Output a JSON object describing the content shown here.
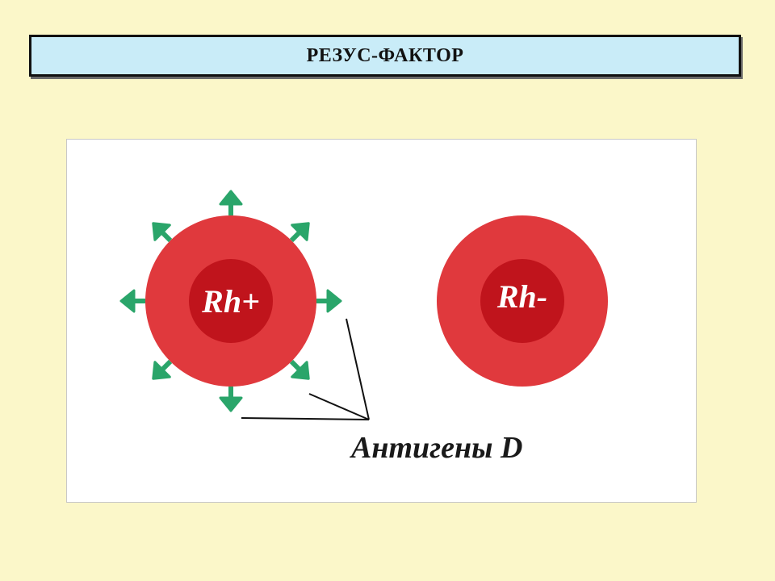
{
  "title": "РЕЗУС-ФАКТОР",
  "diagram": {
    "cell_positive_label": "Rh+",
    "cell_negative_label": "Rh-",
    "antigen_label": "Антигены D"
  },
  "colors": {
    "background": "#fbf7c9",
    "title_box": "#c9ecf8",
    "cell_outer": "#e0393d",
    "cell_inner": "#c0141c",
    "antigen": "#2aa56a"
  },
  "icons": [
    "antigen-arrow-icon"
  ]
}
